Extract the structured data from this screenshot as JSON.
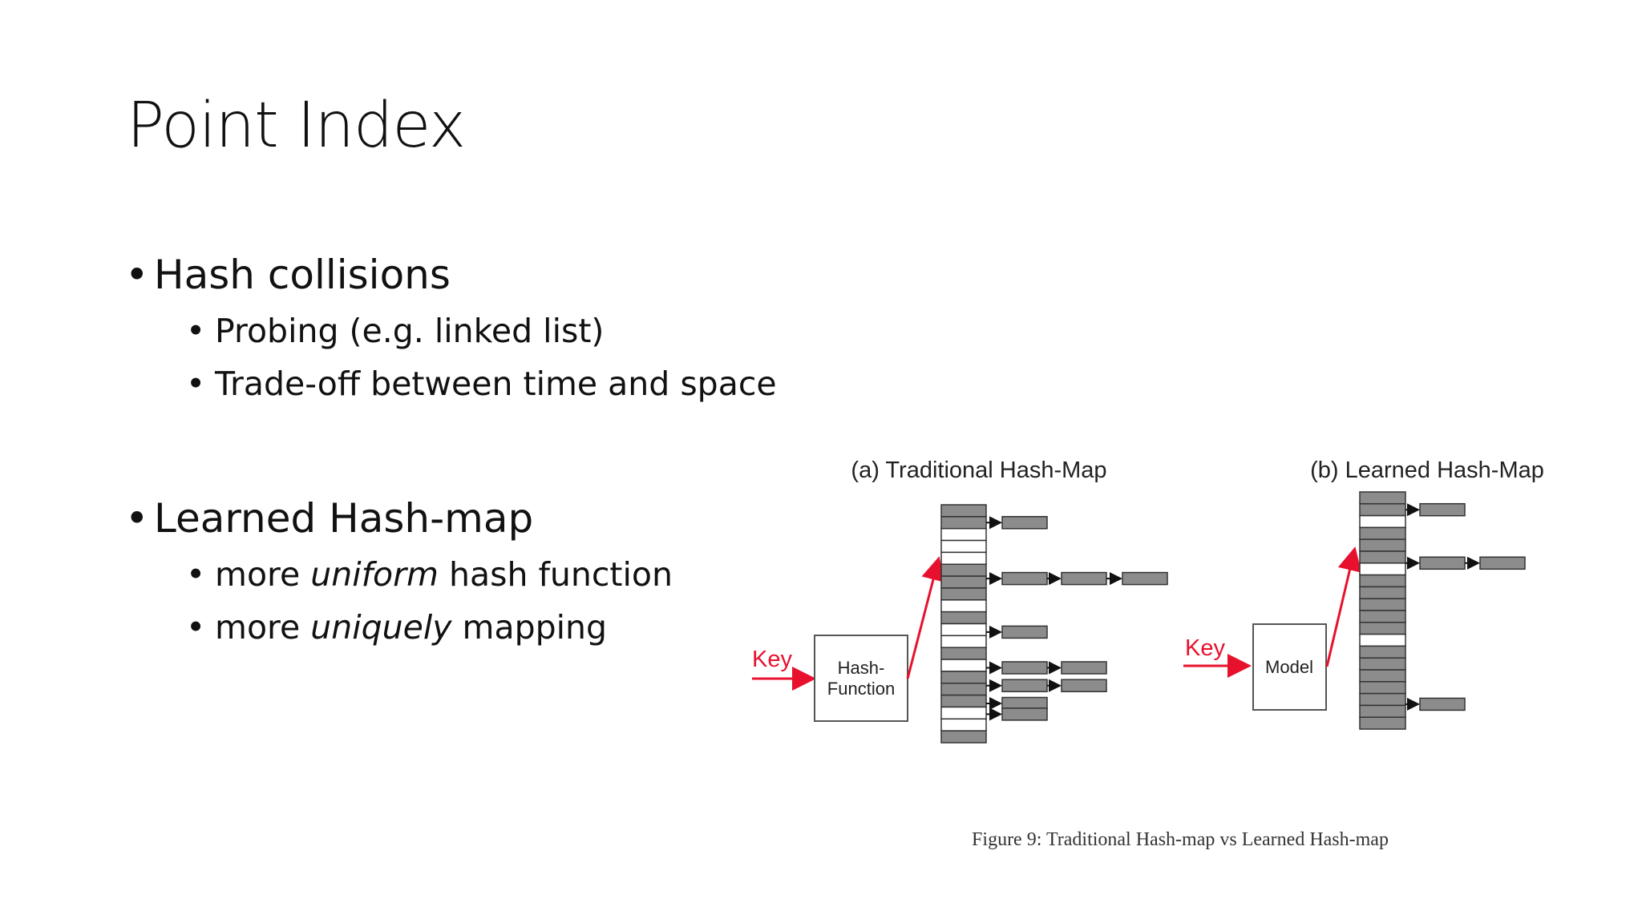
{
  "slide": {
    "title": "Point Index",
    "bullets": [
      {
        "text": "Hash collisions",
        "sub": [
          {
            "text": "Probing (e.g. linked list)"
          },
          {
            "text": "Trade-off between time and space"
          }
        ]
      },
      {
        "text": "Learned Hash-map",
        "sub": [
          {
            "pre": "more ",
            "em": "uniform",
            "post": " hash function"
          },
          {
            "pre": "more ",
            "em": "uniquely",
            "post": " mapping"
          }
        ]
      }
    ]
  },
  "figure": {
    "caption": "Figure 9: Traditional Hash-map vs Learned Hash-map",
    "panel_a": {
      "title": "(a) Traditional Hash-Map",
      "key_label": "Key",
      "box_line1": "Hash-",
      "box_line2": "Function"
    },
    "panel_b": {
      "title": "(b) Learned Hash-Map",
      "key_label": "Key",
      "box_label": "Model"
    },
    "colors": {
      "arrow": "#e8112d",
      "slot_filled": "#8c8c8c",
      "slot_empty": "#ffffff",
      "outline": "#333333"
    }
  }
}
